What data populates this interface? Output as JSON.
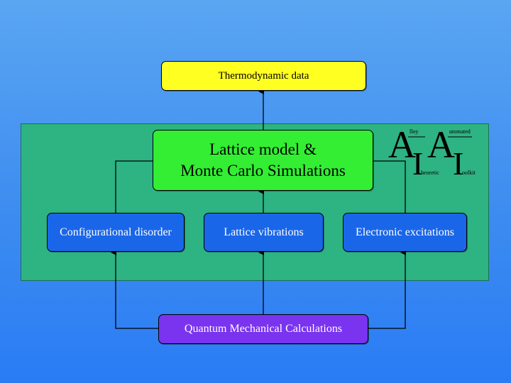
{
  "diagram": {
    "thermo_label": "Thermodynamic data",
    "lattice_line1": "Lattice model &",
    "lattice_line2": "Monte Carlo Simulations",
    "config_label": "Configurational disorder",
    "vib_label": "Lattice vibrations",
    "elec_label": "Electronic excitations",
    "qm_label": "Quantum Mechanical Calculations"
  },
  "logo": {
    "letter_a1": "A",
    "letter_i1": "I",
    "letter_a2": "A",
    "letter_i2": "I",
    "word_lloy": "lloy",
    "word_utomated": "utomated",
    "word_heoretic": "heoretic",
    "word_oolkit": "oolkit"
  },
  "colors": {
    "background": "#3d8cf0",
    "panel": "#2eb383",
    "thermo_box": "#ffff22",
    "lattice_box": "#33ee33",
    "sub_boxes": "#1a66e8",
    "qm_box": "#7a33ee"
  }
}
